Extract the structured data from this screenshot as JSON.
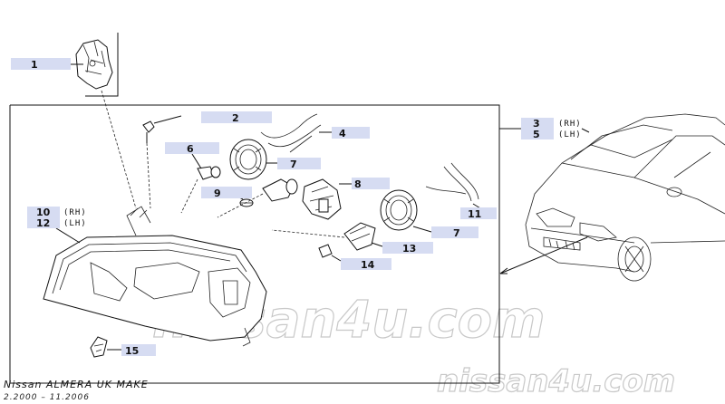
{
  "labels": {
    "p1": "1",
    "p2": "2",
    "p3": "3",
    "p4": "4",
    "p5": "5",
    "p6": "6",
    "p7a": "7",
    "p7b": "7",
    "p8": "8",
    "p9": "9",
    "p10": "10",
    "p11": "11",
    "p12": "12",
    "p13": "13",
    "p14": "14",
    "p15": "15",
    "rh": "(RH)",
    "lh": "(LH)"
  },
  "footer": {
    "model": "Nissan  ALMERA  UK  MAKE",
    "dates": "2.2000  –  11.2006"
  },
  "watermark": {
    "center": "nissan4u.com",
    "corner": "nissan4u.com"
  }
}
